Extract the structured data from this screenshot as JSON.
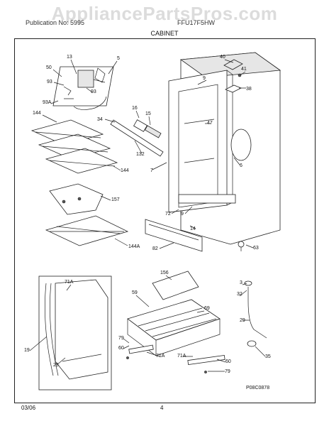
{
  "watermark": "AppliancePartsPros.com",
  "header_left": "Publication No: 5995",
  "header_right": "FFU17F5HW",
  "section": "CABINET",
  "diagram_code": "P08C0878",
  "footer_date": "03/06",
  "footer_page": "4",
  "callouts": {
    "c13": "13",
    "c5": "5",
    "c50": "50",
    "c93a": "93",
    "c93b": "93",
    "c93A": "93A",
    "c144a": "144",
    "c34": "34",
    "c16": "16",
    "c15": "15",
    "c132": "132",
    "c7": "7",
    "c144b": "144",
    "c157": "157",
    "c144A": "144A",
    "c40": "40",
    "c41": "41",
    "c38": "38",
    "c9a": "9",
    "c47": "47",
    "c6": "6",
    "c72": "72",
    "c9b": "9",
    "c14": "14",
    "c82": "82",
    "c63": "63",
    "c156": "156",
    "c3": "3",
    "c32": "32",
    "c29": "29",
    "c35": "35",
    "c71Aa": "71A",
    "c59": "59",
    "c69": "69",
    "c79a": "79",
    "c60a": "60",
    "c19": "19",
    "c25": "25",
    "c71Ab": "71A",
    "c71Ac": "71A",
    "c60b": "60",
    "c79b": "79"
  }
}
